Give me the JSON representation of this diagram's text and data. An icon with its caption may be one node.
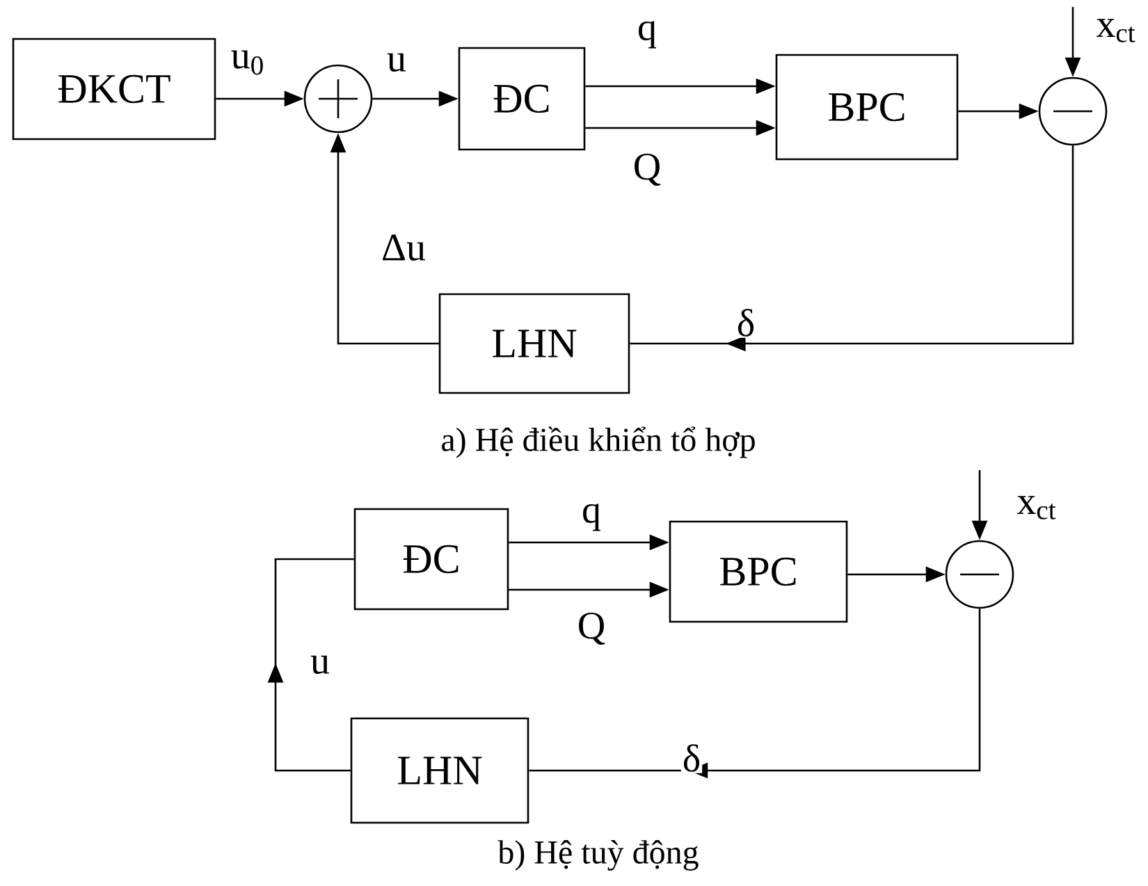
{
  "diagram": {
    "nodes": [
      {
        "text": [
          "ĐKCT"
        ]
      },
      {
        "text": [],
        "shape": "circle"
      },
      {
        "text": [
          "ĐC"
        ]
      },
      {
        "text": [
          "BPC"
        ]
      },
      {
        "text": [],
        "shape": "circle"
      },
      {
        "text": [
          "LHN"
        ]
      },
      {
        "text": [
          "ĐC"
        ]
      },
      {
        "text": [
          "BPC"
        ]
      },
      {
        "text": [],
        "shape": "circle"
      },
      {
        "text": [
          "LHN"
        ]
      }
    ],
    "edges": [
      {
        "from": 0,
        "to": 1,
        "arrow": "to",
        "label": "u$_{0}$"
      },
      {
        "from": 1,
        "to": 2,
        "arrow": "to",
        "label": "u"
      },
      {
        "from": 2,
        "to": 3,
        "arrow": "to",
        "label": "q"
      },
      {
        "from": 2,
        "to": 3,
        "arrow": "to",
        "label": "Q"
      },
      {
        "from": 3,
        "to": 4,
        "arrow": "to"
      },
      {
        "from": null,
        "to": 4,
        "arrow": "to",
        "label": "x$_{ct}$"
      },
      {
        "from": 4,
        "to": 5,
        "arrow": "to",
        "label": "δ"
      },
      {
        "from": 5,
        "to": 1,
        "arrow": "to",
        "label": "Δu"
      },
      {
        "from": 6,
        "to": 7,
        "arrow": "to",
        "label": "q"
      },
      {
        "from": 6,
        "to": 7,
        "arrow": "to",
        "label": "Q"
      },
      {
        "from": 7,
        "to": 8,
        "arrow": "to"
      },
      {
        "from": null,
        "to": 8,
        "arrow": "to",
        "label": "x$_{ct}$"
      },
      {
        "from": 8,
        "to": 9,
        "arrow": "to",
        "label": "δ"
      },
      {
        "from": 9,
        "to": 6,
        "arrow": "to",
        "label": "u"
      }
    ],
    "labels": [
      "a) Hệ điều khiển tổ hợp",
      "b) Hệ tuỳ động"
    ]
  }
}
